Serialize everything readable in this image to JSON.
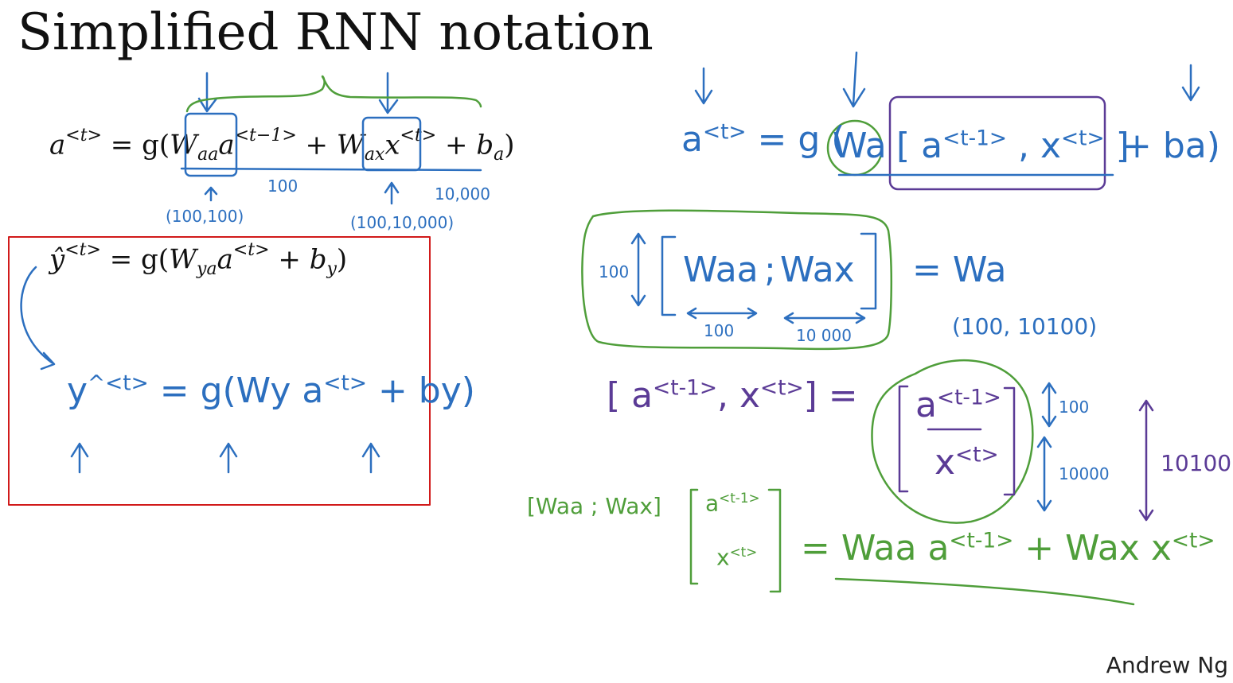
{
  "slide": {
    "title": "Simplified RNN notation",
    "author": "Andrew Ng"
  },
  "equations": {
    "a_lhs": "a",
    "a_lhs_sup": "<t>",
    "a_eq": " = g(",
    "waa": "W",
    "waa_sub": "aa",
    "a_prev": "a",
    "a_prev_sup": "<t−1>",
    "plus1": " + ",
    "wax": "W",
    "wax_sub": "ax",
    "x": "x",
    "x_sup": "<t>",
    "plus2": " + ",
    "b": "b",
    "b_sub": "a",
    "close": ")",
    "y_lhs": "ŷ",
    "y_lhs_sup": "<t>",
    "y_eq": " = g(",
    "wya": "W",
    "wya_sub": "ya",
    "ya": "a",
    "ya_sup": "<t>",
    "yplus": " + ",
    "by": "b",
    "by_sub": "y",
    "yclose": ")"
  },
  "annotations": {
    "dim_100": "100",
    "dim_10000": "10,000",
    "shape_waa": "(100,100)",
    "shape_wax": "(100,10,000)",
    "hw_a": "a",
    "hw_a_sup": "<t>",
    "hw_eq_g": " = g ( ",
    "hw_wa": "Wa",
    "hw_bracket": "[ a",
    "hw_bracket_sup1": "<t-1>",
    "hw_comma_x": " , x",
    "hw_bracket_sup2": "<t>",
    "hw_bracket_close": " ]",
    "hw_plus_ba": "+ ba)",
    "hw_stack_100": "100",
    "hw_waa": "Waa",
    "hw_semicolon": ";",
    "hw_wax": "Wax",
    "hw_w100": "100",
    "hw_w10000": "10 000",
    "hw_eq_wa": "= Wa",
    "hw_wa_shape": "(100, 10100)",
    "hw_concat": "[ a",
    "hw_concat_sup1": "<t-1>",
    "hw_concat_x": ", x",
    "hw_concat_sup2": "<t>",
    "hw_concat_close": "] =",
    "hw_col_a": "a",
    "hw_col_a_sup": "<t-1>",
    "hw_col_x": "x",
    "hw_col_x_sup": "<t>",
    "hw_h100": "100",
    "hw_h10000": "10000",
    "hw_h10100": "10100",
    "hw_y": "y",
    "hw_y_sup": "^<t>",
    "hw_y_rest": " = g(Wy a",
    "hw_y_a_sup": "<t>",
    "hw_y_end": " + by)",
    "hw_green_left": "[Waa ; Wax]",
    "hw_green_col_a": "a",
    "hw_green_col_a_sup": "<t-1>",
    "hw_green_col_x": "x",
    "hw_green_col_x_sup": "<t>",
    "hw_green_eq": "= Waa a",
    "hw_green_eq_sup": "<t-1>",
    "hw_green_plus": " + Wax x",
    "hw_green_plus_sup": "<t>"
  },
  "colors": {
    "blue_ink": "#2c6fbf",
    "green_ink": "#4f9e3a",
    "purple_ink": "#5b3b96",
    "red_box": "#d11a1a"
  }
}
